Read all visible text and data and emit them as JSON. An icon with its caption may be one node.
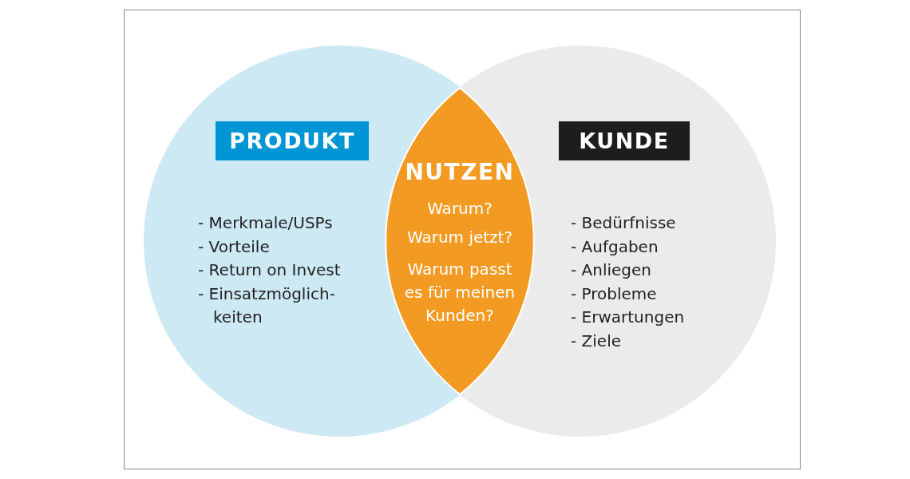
{
  "diagram": {
    "nodes": [
      {
        "text": [
          "- Merkmale/USPs",
          "- Vorteile",
          "- Return on Invest",
          "- Einsatzmöglich- keiten"
        ]
      },
      {
        "text": [
          "PRODUKT"
        ],
        "in": 0
      },
      {
        "text": [
          "NUTZEN",
          "Warum?",
          "Warum jetzt?",
          "Warum passt es für meinen Kunden?"
        ]
      },
      {
        "text": [
          "- Bedürfnisse",
          "- Aufgaben",
          "- Anliegen",
          "- Probleme",
          "- Erwartungen",
          "- Ziele"
        ]
      },
      {
        "text": [
          "KUNDE"
        ],
        "in": 3
      }
    ]
  }
}
